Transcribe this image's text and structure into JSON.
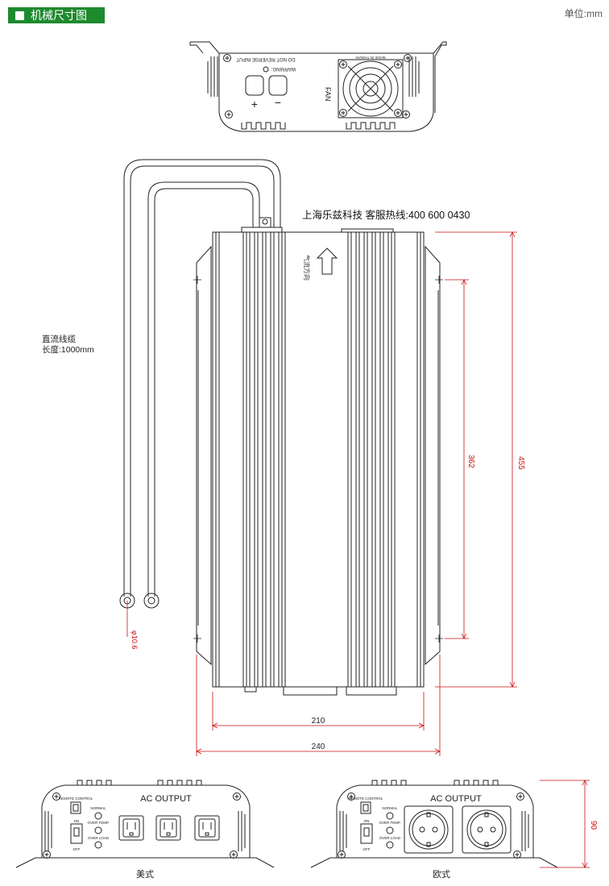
{
  "header": {
    "title": "机械尺寸图",
    "unit_label": "单位:mm"
  },
  "top_view": {
    "warning_line1": "WARNING:",
    "warning_line2": "DO NOT REVERSE INPUT",
    "plus_label": "+",
    "minus_label": "−",
    "fan_label": "FAN",
    "made_in": "MADE IN TAIWAN"
  },
  "main_view": {
    "company_hotline": "上海乐兹科技 客服热线:400 600 0430",
    "airflow_label": "气流方向",
    "cable_note_line1": "直流线缆",
    "cable_note_line2": "长度:1000mm",
    "ring_terminal_dim": "φ10.6",
    "dim_height_total": "455",
    "dim_height_mount": "362",
    "dim_width_body": "210",
    "dim_width_total": "240"
  },
  "front_us": {
    "caption": "美式",
    "ac_output": "AC OUTPUT",
    "remote_control": "REMOTE CONTROL",
    "on_label": "ON",
    "off_label": "OFF",
    "normal": "NORMAL",
    "over_temp": "OVER TEMP.",
    "over_load": "OVER LOAD"
  },
  "front_eu": {
    "caption": "欧式",
    "ac_output": "AC OUTPUT",
    "remote_control": "REMOTE CONTROL",
    "on_label": "ON",
    "off_label": "OFF",
    "normal": "NORMAL",
    "over_temp": "OVER TEMP.",
    "over_load": "OVER LOAD",
    "dim_height": "90"
  },
  "colors": {
    "title_bg": "#1e8a2e",
    "line": "#222222",
    "dimension": "#cc1111"
  }
}
